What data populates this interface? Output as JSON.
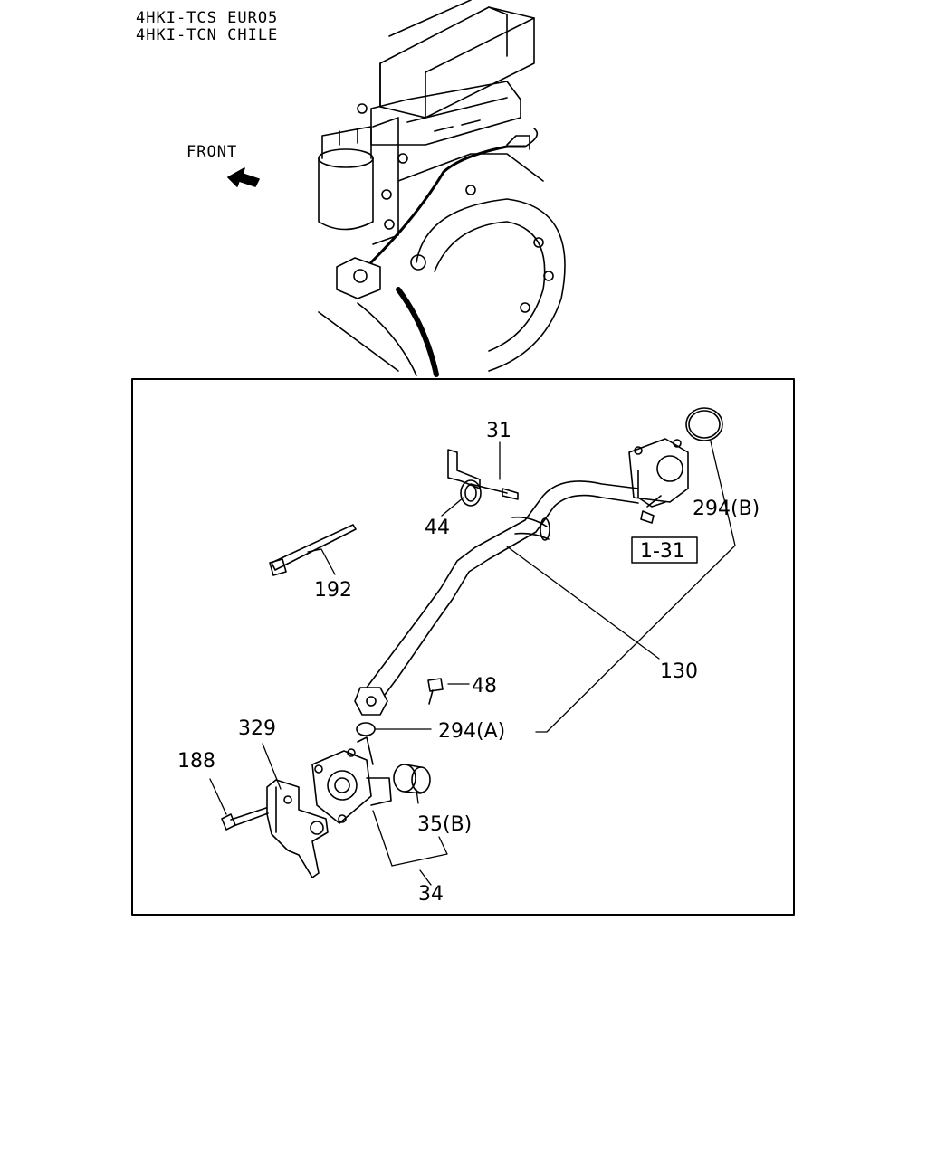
{
  "header": {
    "line1": "4HKI-TCS EURO5",
    "line2": "4HKI-TCN CHILE"
  },
  "front_label": "FRONT",
  "parts": {
    "p31": "31",
    "p44": "44",
    "p192": "192",
    "p294b": "294(B)",
    "p1_31": "1-31",
    "p130": "130",
    "p48": "48",
    "p294a": "294(A)",
    "p329": "329",
    "p188": "188",
    "p35b": "35(B)",
    "p34": "34"
  }
}
